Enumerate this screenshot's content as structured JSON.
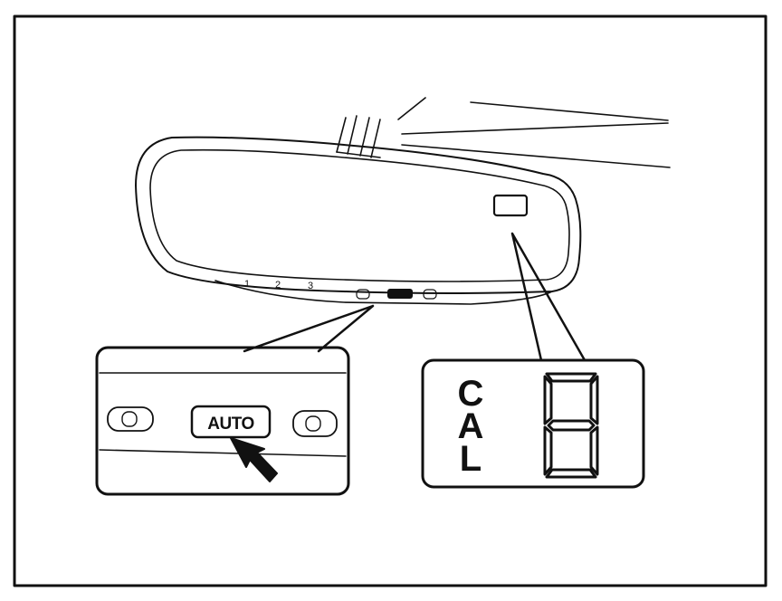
{
  "mirror": {
    "position_labels": [
      "1",
      "2",
      "3"
    ]
  },
  "button_callout": {
    "auto_label": "AUTO"
  },
  "display_callout": {
    "cal_letters": [
      "C",
      "A",
      "L"
    ],
    "digit": "8"
  }
}
